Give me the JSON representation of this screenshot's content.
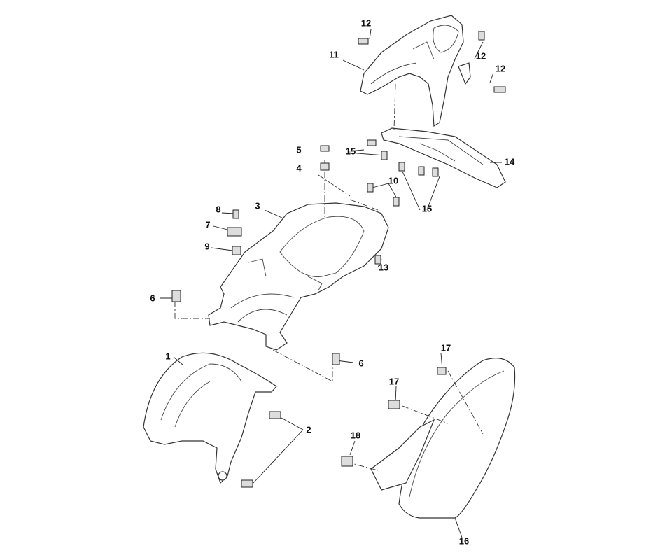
{
  "diagram": {
    "type": "exploded parts diagram",
    "callouts": [
      "12",
      "11",
      "12",
      "12",
      "5",
      "15",
      "4",
      "14",
      "10",
      "15",
      "8",
      "3",
      "7",
      "9",
      "13",
      "6",
      "1",
      "6",
      "17",
      "17",
      "2",
      "18",
      "16"
    ]
  }
}
